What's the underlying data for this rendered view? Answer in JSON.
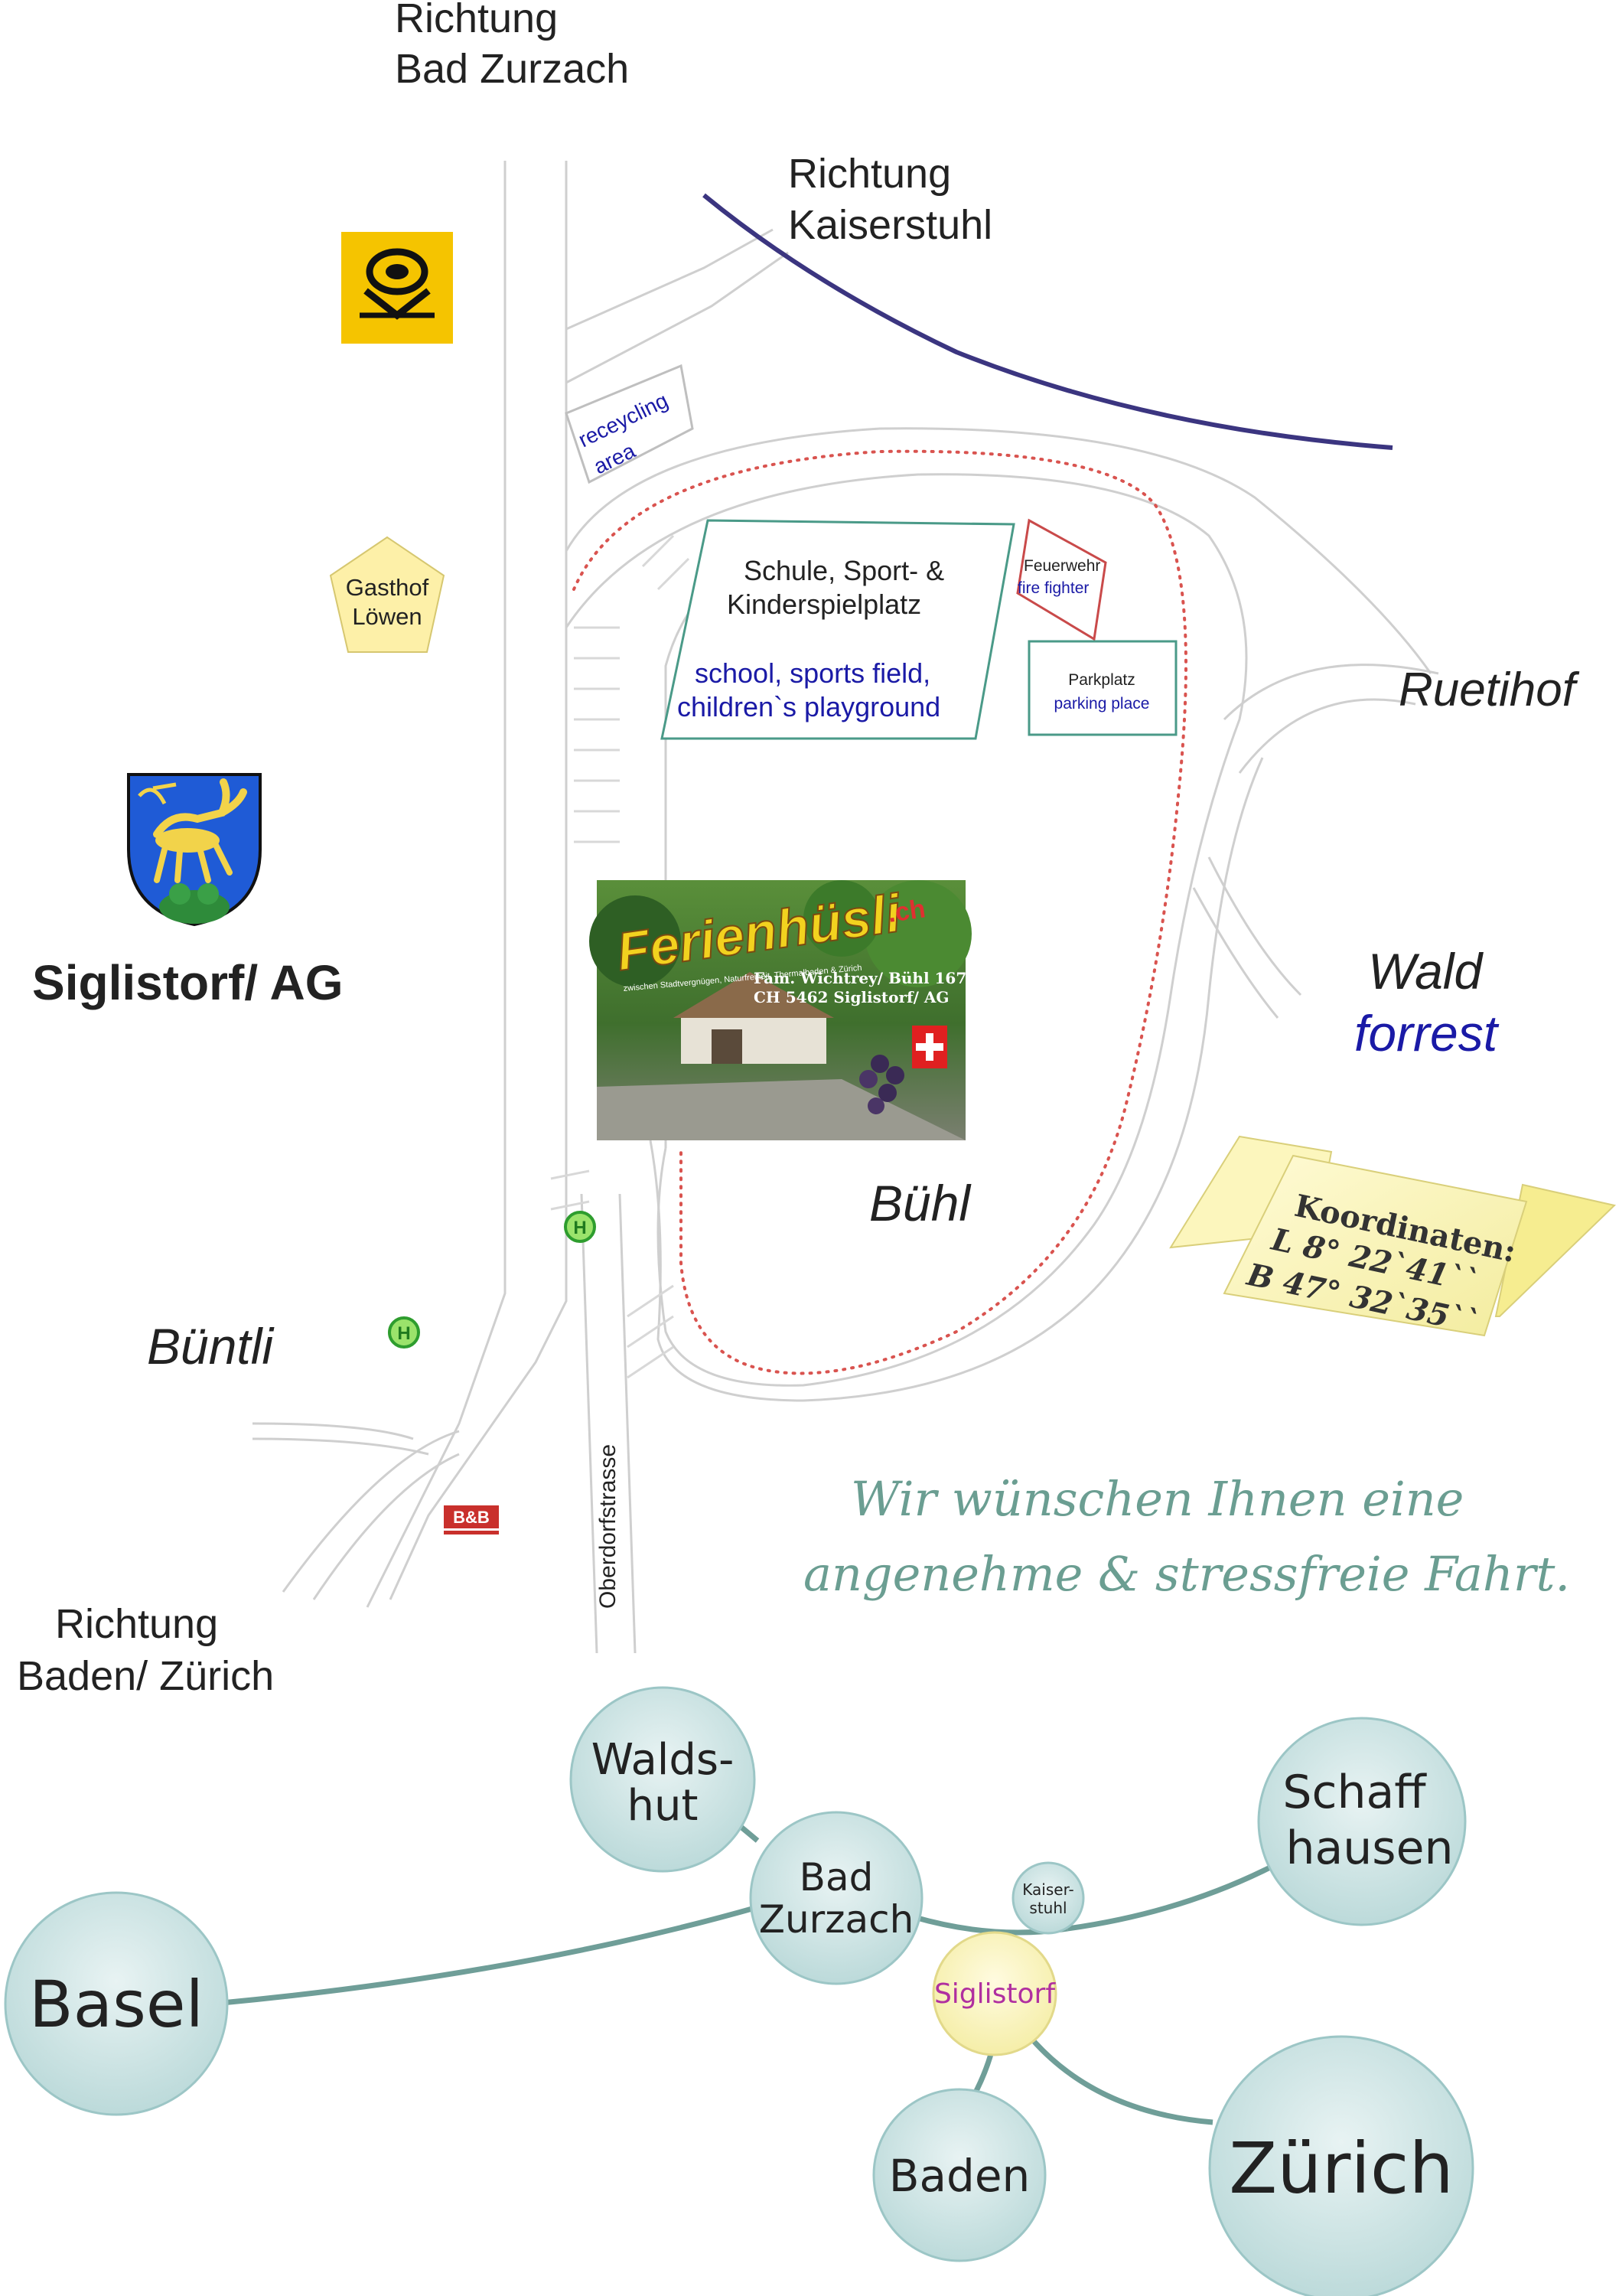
{
  "labels": {
    "richtung_bad_zurzach_1": "Richtung",
    "richtung_bad_zurzach_2": "Bad Zurzach",
    "richtung_kaiserstuhl_1": "Richtung",
    "richtung_kaiserstuhl_2": "Kaiserstuhl",
    "recycling_1": "receycling",
    "recycling_2": "area",
    "gasthof_1": "Gasthof",
    "gasthof_2": "Löwen",
    "school_de_1": "Schule, Sport- &",
    "school_de_2": "Kinderspielplatz",
    "school_en_1": "school, sports field,",
    "school_en_2": "children`s playground",
    "feuerwehr": "Feuerwehr",
    "fire_fighter": "fire fighter",
    "parkplatz": "Parkplatz",
    "parking_place": "parking place",
    "ruetihof": "Ruetihof",
    "siglistorf_ag": "Siglistorf/ AG",
    "wald": "Wald",
    "forrest": "forrest",
    "buehl": "Bühl",
    "buentli": "Büntli",
    "koordinaten_title": "Koordinaten:",
    "koordinaten_l": "L    8° 22`41``",
    "koordinaten_b": "B  47° 32`35``",
    "oberdorfstrasse": "Oberdorfstrasse",
    "greeting_1": "Wir wünschen Ihnen eine",
    "greeting_2": "angenehme & stressfreie Fahrt.",
    "richtung_baden_1": "Richtung",
    "richtung_baden_2": "Baden/ Zürich",
    "bus_stop_symbol": "H",
    "bnb_logo": "B&B"
  },
  "photo": {
    "brand": "Ferienhüsli",
    "brand_suffix": ".ch",
    "subtitle": "zwischen Stadtvergnügen, Naturfreiheit, Thermalbaden & Zürich",
    "address_1": "Fam. Wichtrey/ Bühl 167",
    "address_2": "CH 5462 Siglistorf/ AG"
  },
  "network": {
    "nodes": [
      {
        "id": "waldshut",
        "line1": "Walds-",
        "line2": "hut"
      },
      {
        "id": "bad-zurzach",
        "line1": "Bad",
        "line2": "Zurzach"
      },
      {
        "id": "kaiserstuhl",
        "line1": "Kaiser-",
        "line2": "stuhl"
      },
      {
        "id": "schaffhausen",
        "line1": "Schaff",
        "line2": "hausen"
      },
      {
        "id": "basel",
        "line1": "Basel",
        "line2": ""
      },
      {
        "id": "siglistorf",
        "line1": "Siglistorf",
        "line2": ""
      },
      {
        "id": "baden",
        "line1": "Baden",
        "line2": ""
      },
      {
        "id": "zurich",
        "line1": "Zürich",
        "line2": ""
      }
    ]
  },
  "colors": {
    "road": "#cfcfcf",
    "dotted_path": "#d9534f",
    "kaiserstuhl_road": "#3b3580",
    "teal_box": "#4a9a88",
    "blue_text": "#1a1aa6",
    "post_yellow": "#f5c400",
    "node_fill": "#cfe6e6",
    "node_line": "#6f9e98",
    "greeting": "#6b9e92",
    "siglistorf_fill": "#fbf6c4",
    "siglistorf_text": "#b02fa0"
  }
}
